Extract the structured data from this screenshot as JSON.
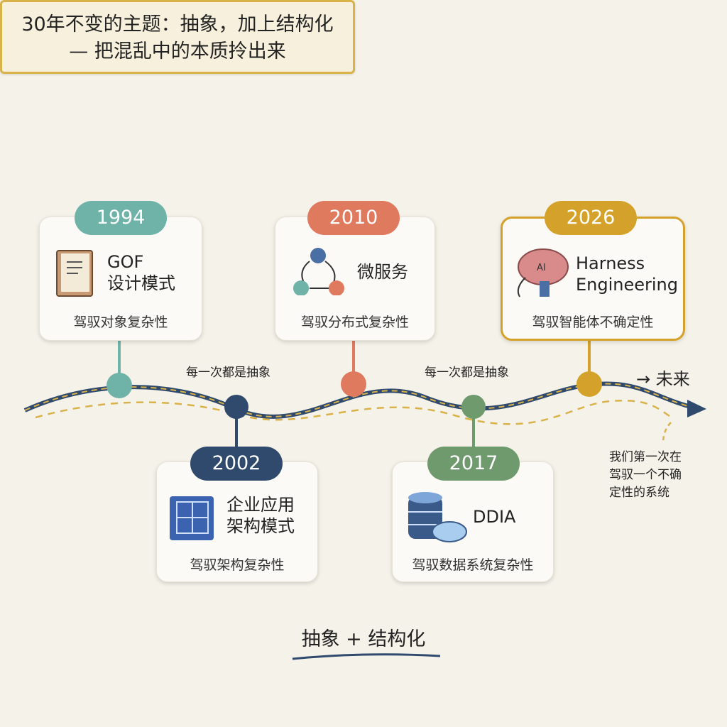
{
  "title": {
    "line1": "30年不变的主题：抽象，加上结构化",
    "line2": "— 把混乱中的本质拎出来"
  },
  "milestones": [
    {
      "year": "1994",
      "name1": "GOF",
      "name2": "设计模式",
      "desc": "驾驭对象复杂性",
      "color": "#6fb3a8",
      "icon": "book-icon"
    },
    {
      "year": "2002",
      "name1": "企业应用",
      "name2": "架构模式",
      "desc": "驾驭架构复杂性",
      "color": "#2f4a6d",
      "icon": "blueprint-icon"
    },
    {
      "year": "2010",
      "name1": "微服务",
      "desc": "驾驭分布式复杂性",
      "color": "#e07a5f",
      "icon": "microservices-icon"
    },
    {
      "year": "2017",
      "name1": "DDIA",
      "desc": "驾驭数据系统复杂性",
      "color": "#6f9a6e",
      "icon": "database-cloud-icon"
    },
    {
      "year": "2026",
      "name1": "Harness",
      "name2": "Engineering",
      "desc": "驾驭智能体不确定性",
      "color": "#d4a22a",
      "icon": "ai-brain-icon"
    }
  ],
  "timeline": {
    "label_between": "每一次都是抽象",
    "future": "→ 未来",
    "note": [
      "我们第一次在",
      "驾驭一个不确",
      "定性的系统"
    ]
  },
  "footer": {
    "text": "抽象 + 结构化"
  }
}
